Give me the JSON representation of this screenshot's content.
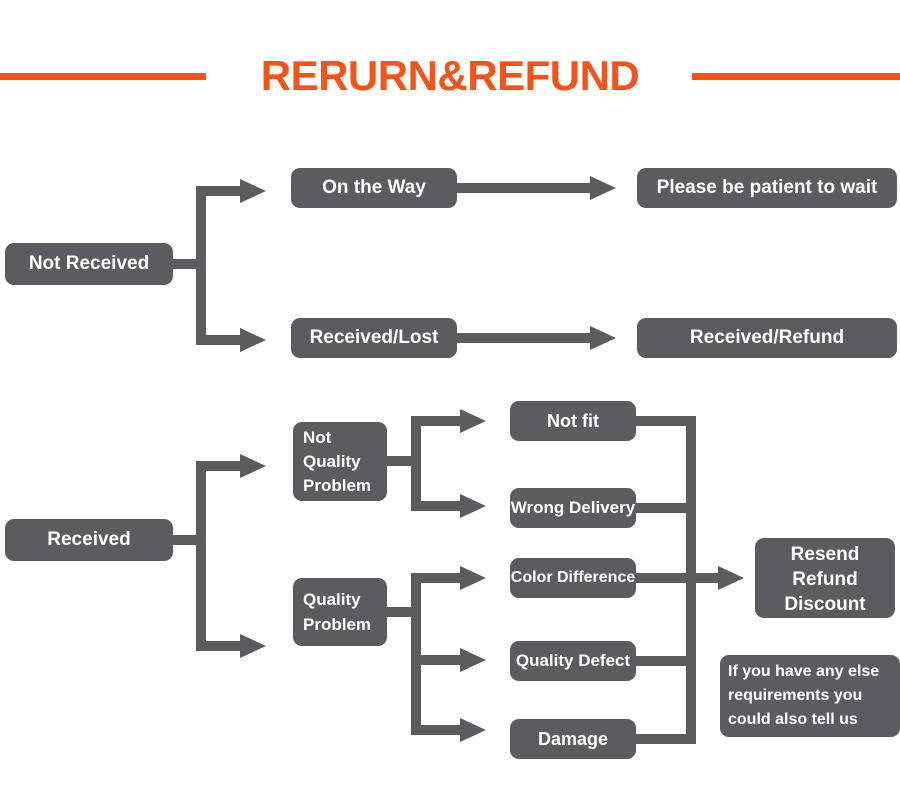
{
  "title": {
    "text": "RERURN&REFUND",
    "accent_color": "#f4541a"
  },
  "theme": {
    "node_color": "#5c5c5e",
    "node_text_color": "#ffffff",
    "background": "#ffffff"
  },
  "flow_not_received": {
    "root": "Not Received",
    "branches": [
      {
        "stage": "On the Way",
        "outcome": "Please be patient to wait"
      },
      {
        "stage": "Received/Lost",
        "outcome": "Received/Refund"
      }
    ]
  },
  "flow_received": {
    "root": "Received",
    "categories": [
      {
        "label_lines": [
          "Not",
          "Quality",
          "Problem"
        ],
        "reasons": [
          "Not fit",
          "Wrong Delivery"
        ]
      },
      {
        "label_lines": [
          "Quality",
          "Problem"
        ],
        "reasons": [
          "Color Difference",
          "Quality Defect",
          "Damage"
        ]
      }
    ],
    "resolution_lines": [
      "Resend",
      "Refund",
      "Discount"
    ],
    "note_lines": [
      "If you have any else",
      "requirements you",
      "could also tell us"
    ]
  }
}
